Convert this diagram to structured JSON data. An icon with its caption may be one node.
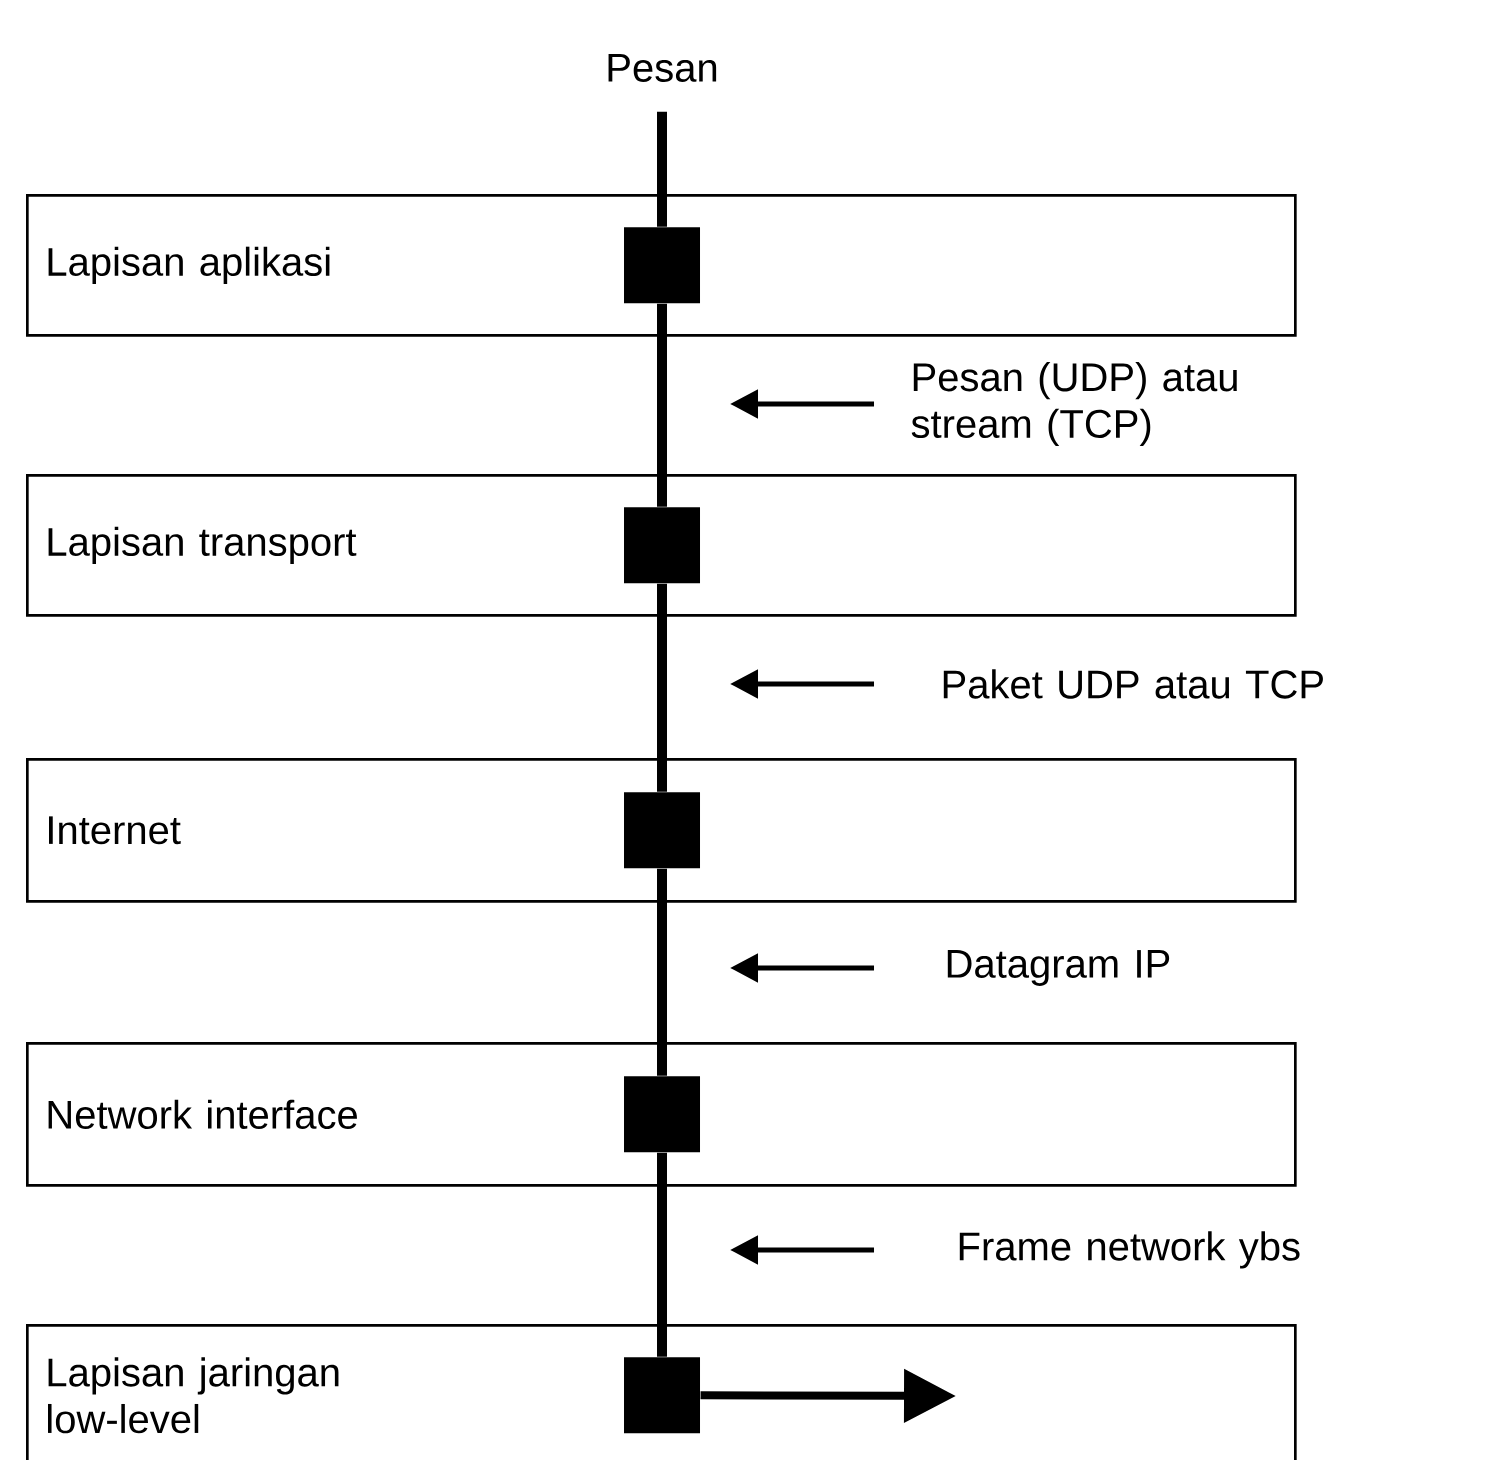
{
  "diagram": {
    "nodes": [
      {
        "text": [
          "Pesan"
        ]
      },
      {
        "text": [
          "Lapisan aplikasi"
        ]
      },
      {
        "text": [],
        "shape": "box",
        "in": 1
      },
      {
        "text": [
          "Lapisan transport"
        ]
      },
      {
        "text": [],
        "shape": "box",
        "in": 3
      },
      {
        "text": [
          "Internet"
        ]
      },
      {
        "text": [],
        "shape": "box",
        "in": 5
      },
      {
        "text": [
          "Network interface"
        ]
      },
      {
        "text": [],
        "shape": "box",
        "in": 7
      },
      {
        "text": [
          "Lapisan jaringan low-level"
        ]
      },
      {
        "text": [],
        "shape": "box",
        "in": 9
      }
    ],
    "edges": [
      {
        "from": 0,
        "to": 2,
        "arrow": "none"
      },
      {
        "from": 2,
        "to": 4,
        "arrow": "none"
      },
      {
        "from": 4,
        "to": 6,
        "arrow": "none"
      },
      {
        "from": 6,
        "to": 8,
        "arrow": "none"
      },
      {
        "from": 8,
        "to": 10,
        "arrow": "none"
      },
      {
        "from": 10,
        "to": null,
        "arrow": "to"
      }
    ],
    "labels": [
      "Pesan (UDP) atau stream (TCP)",
      "Paket UDP atau TCP",
      "Datagram IP",
      "Frame network ybs"
    ]
  }
}
